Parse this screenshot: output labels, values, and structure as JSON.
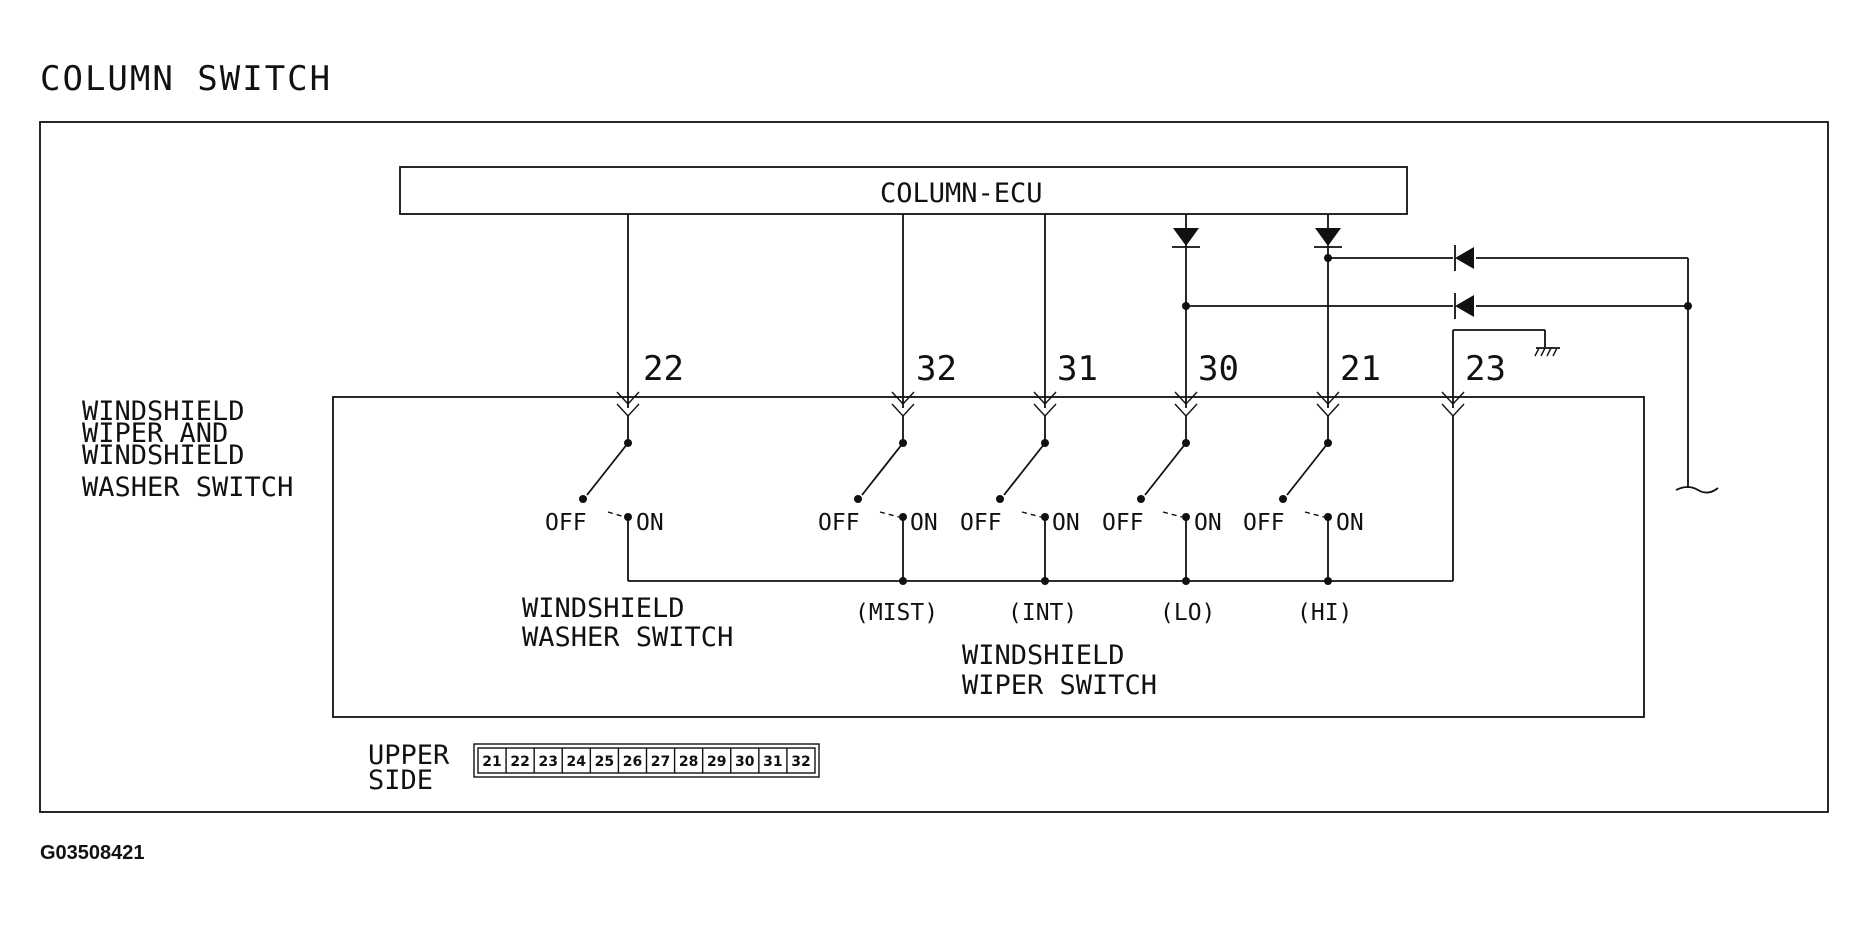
{
  "title": "COLUMN SWITCH",
  "ecu_label": "COLUMN-ECU",
  "switch_assembly_label": [
    "WINDSHIELD",
    "WIPER AND",
    "WINDSHIELD",
    "WASHER SWITCH"
  ],
  "washer_switch_label": [
    "WINDSHIELD",
    "WASHER SWITCH"
  ],
  "wiper_switch_label": [
    "WINDSHIELD",
    "WIPER SWITCH"
  ],
  "pins": [
    "22",
    "32",
    "31",
    "30",
    "21",
    "23"
  ],
  "switch_states": {
    "off": "OFF",
    "on": "ON"
  },
  "modes": [
    "(MIST)",
    "(INT)",
    "(LO)",
    "(HI)"
  ],
  "connector": {
    "label": [
      "UPPER",
      "SIDE"
    ],
    "terminals": [
      "21",
      "22",
      "23",
      "24",
      "25",
      "26",
      "27",
      "28",
      "29",
      "30",
      "31",
      "32"
    ]
  },
  "figure_code": "G03508421"
}
